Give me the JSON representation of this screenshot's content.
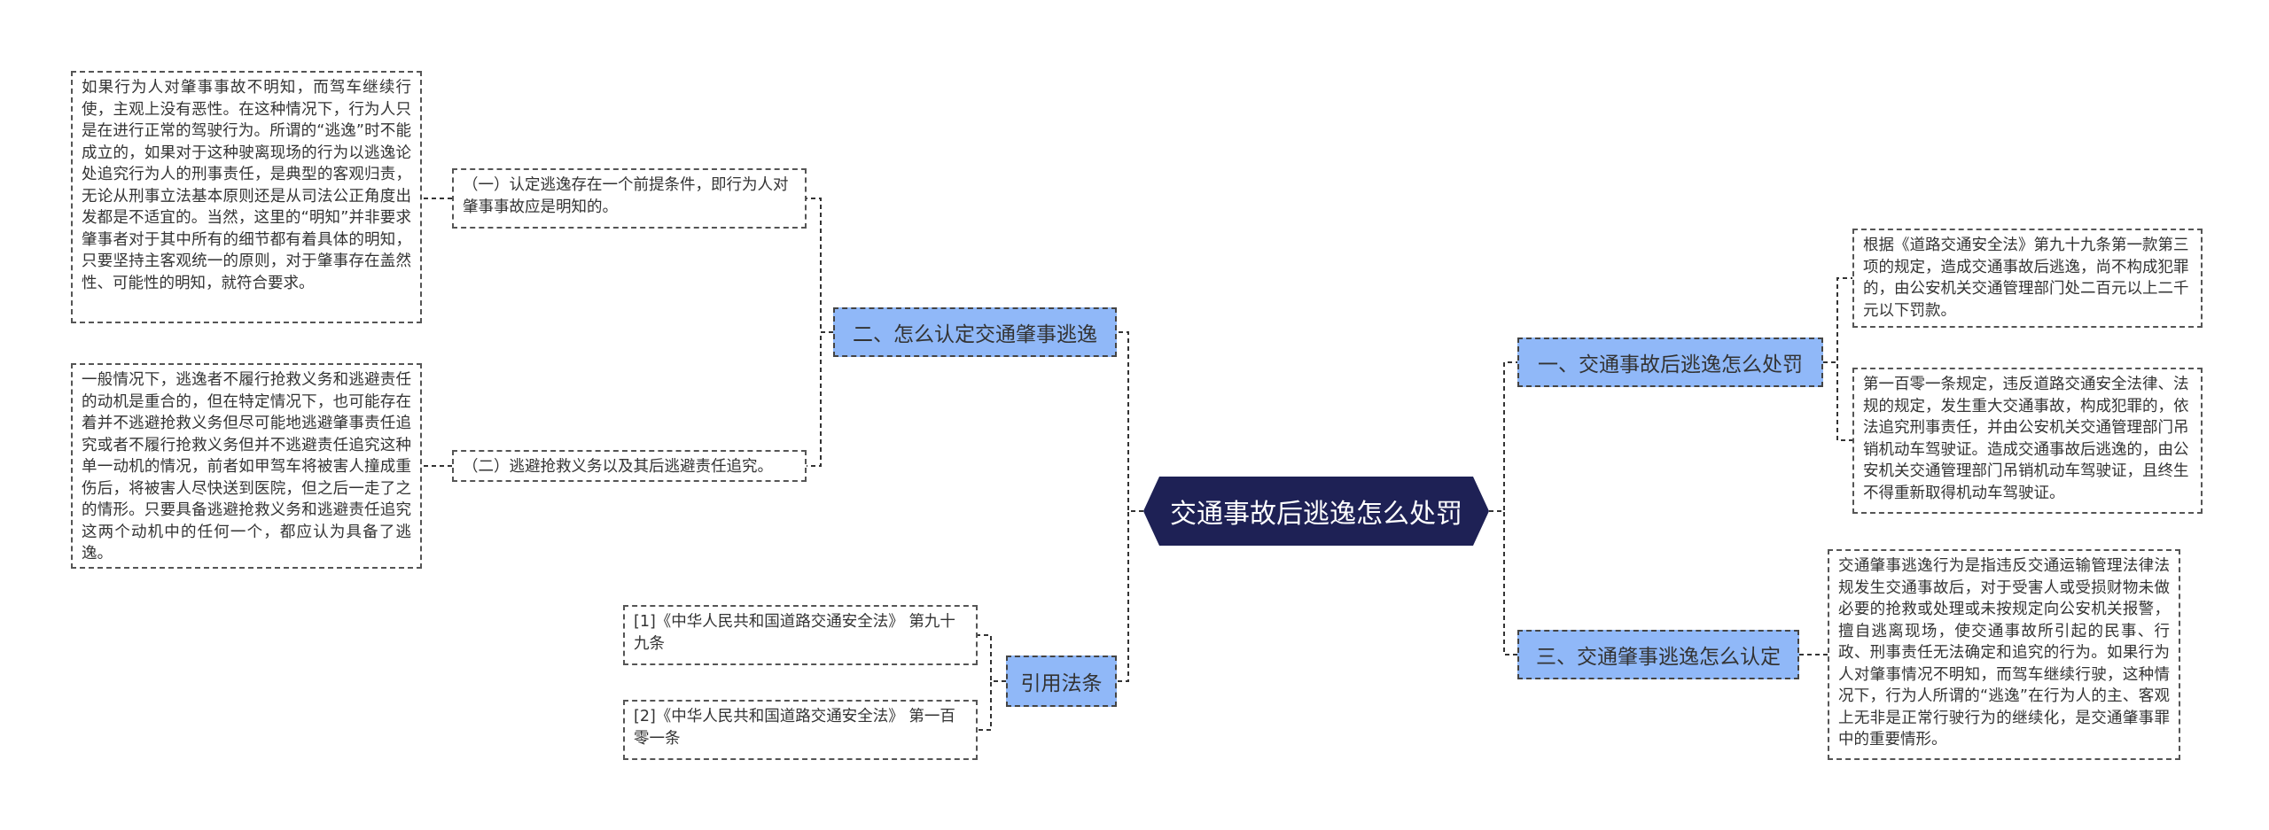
{
  "diagram": {
    "root": "交通事故后逃逸怎么处罚",
    "colors": {
      "root_fill": "#1e2155",
      "branch_fill": "#90b8f8",
      "line": "#333333"
    },
    "left_branches": {
      "b2": {
        "label": "二、怎么认定交通肇事逃逸",
        "children": {
          "c1": {
            "label": "（一）认定逃逸存在一个前提条件，即行为人对肇事事故应是明知的。",
            "detail": "如果行为人对肇事事故不明知，而驾车继续行使，主观上没有恶性。在这种情况下，行为人只是在进行正常的驾驶行为。所谓的“逃逸”时不能成立的，如果对于这种驶离现场的行为以逃逸论处追究行为人的刑事责任，是典型的客观归责，无论从刑事立法基本原则还是从司法公正角度出发都是不适宜的。当然，这里的“明知”并非要求肇事者对于其中所有的细节都有着具体的明知，只要坚持主客观统一的原则，对于肇事存在盖然性、可能性的明知，就符合要求。"
          },
          "c2": {
            "label": "（二）逃避抢救义务以及其后逃避责任追究。",
            "detail": "一般情况下，逃逸者不履行抢救义务和逃避责任的动机是重合的，但在特定情况下，也可能存在着并不逃避抢救义务但尽可能地逃避肇事责任追究或者不履行抢救义务但并不逃避责任追究这种单一动机的情况，前者如甲驾车将被害人撞成重伤后，将被害人尽快送到医院，但之后一走了之的情形。只要具备逃避抢救义务和逃避责任追究这两个动机中的任何一个，都应认为具备了逃逸。"
          }
        }
      },
      "refs": {
        "label": "引用法条",
        "items": [
          "[1]《中华人民共和国道路交通安全法》 第九十九条",
          "[2]《中华人民共和国道路交通安全法》 第一百零一条"
        ]
      }
    },
    "right_branches": {
      "b1": {
        "label": "一、交通事故后逃逸怎么处罚",
        "items": [
          "根据《道路交通安全法》第九十九条第一款第三项的规定，造成交通事故后逃逸，尚不构成犯罪的，由公安机关交通管理部门处二百元以上二千元以下罚款。",
          "第一百零一条规定，违反道路交通安全法律、法规的规定，发生重大交通事故，构成犯罪的，依法追究刑事责任，并由公安机关交通管理部门吊销机动车驾驶证。造成交通事故后逃逸的，由公安机关交通管理部门吊销机动车驾驶证，且终生不得重新取得机动车驾驶证。"
        ]
      },
      "b3": {
        "label": "三、交通肇事逃逸怎么认定",
        "items": [
          "交通肇事逃逸行为是指违反交通运输管理法律法规发生交通事故后，对于受害人或受损财物未做必要的抢救或处理或未按规定向公安机关报警，擅自逃离现场，使交通事故所引起的民事、行政、刑事责任无法确定和追究的行为。如果行为人对肇事情况不明知，而驾车继续行驶，这种情况下，行为人所谓的“逃逸”在行为人的主、客观上无非是正常行驶行为的继续化，是交通肇事罪中的重要情形。"
        ]
      }
    }
  }
}
